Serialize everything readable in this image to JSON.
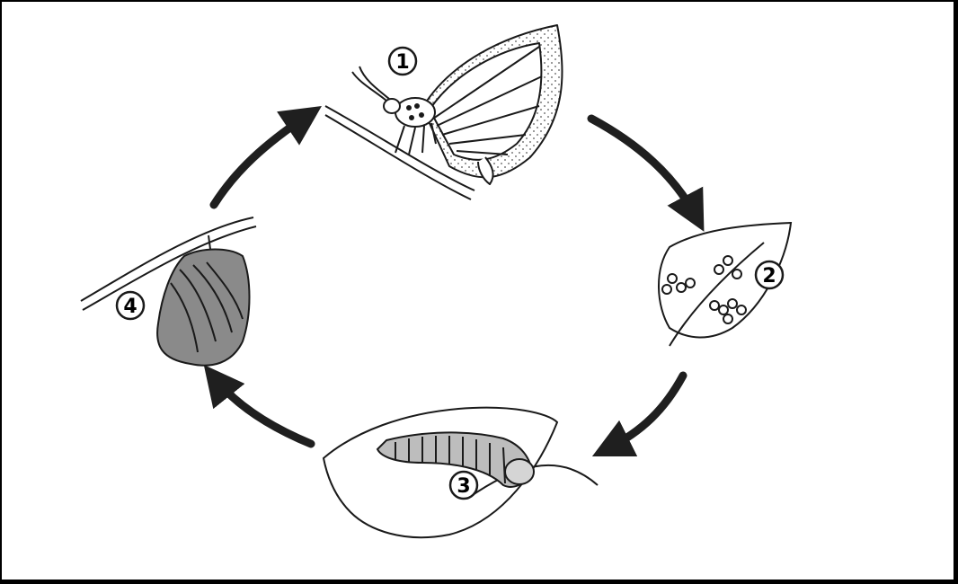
{
  "diagram": {
    "stages": [
      {
        "number": "1",
        "icon": "butterfly-icon"
      },
      {
        "number": "2",
        "icon": "eggs-on-leaf-icon"
      },
      {
        "number": "3",
        "icon": "caterpillar-on-leaf-icon"
      },
      {
        "number": "4",
        "icon": "chrysalis-icon"
      }
    ],
    "colors": {
      "outline": "#1a1a1a",
      "arrow": "#1f1f1f",
      "chrysalis_fill": "#8a8a8a",
      "caterpillar_fill": "#bdbdbd",
      "background": "#ffffff"
    }
  }
}
